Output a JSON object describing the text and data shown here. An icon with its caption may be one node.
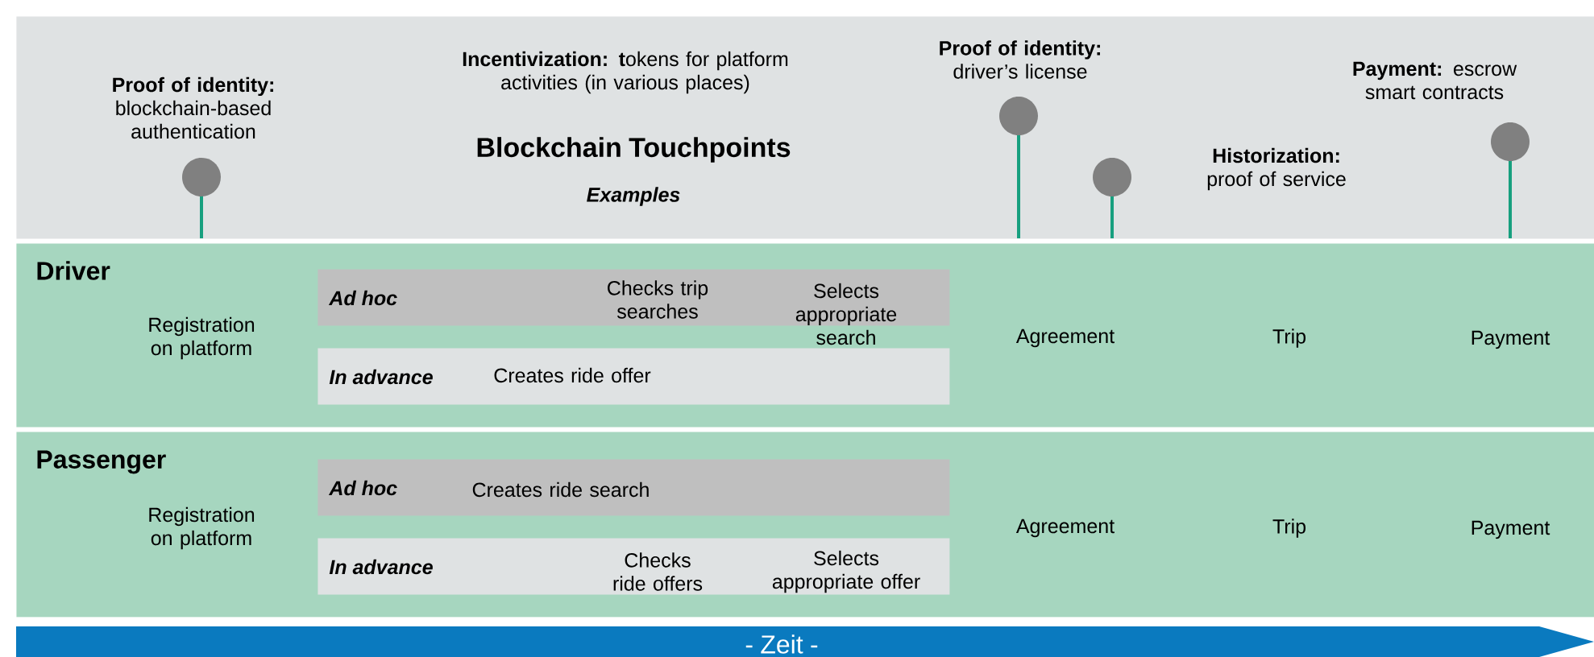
{
  "diagram": {
    "nodes": [
      {
        "text": [
          "Blockchain Touchpoints",
          "Examples"
        ]
      },
      {
        "text": [],
        "shape": "circle",
        "in": 0,
        "beside": [
          "**Proof of identity:** blockchain-based authentication"
        ]
      },
      {
        "text": [],
        "shape": "circle",
        "in": 0,
        "beside": [
          "**Proof of identity:** driver’s license"
        ]
      },
      {
        "text": [],
        "shape": "circle",
        "in": 0,
        "beside": [
          "**Historization:** proof of service"
        ]
      },
      {
        "text": [],
        "shape": "circle",
        "in": 0,
        "beside": [
          "**Payment:** escrow smart contracts"
        ]
      },
      {
        "text": [
          "Driver",
          "Registration on platform",
          "Agreement",
          "Trip",
          "Payment"
        ]
      },
      {
        "text": [
          "Ad hoc",
          "Checks trip searches",
          "Selects appropriate search"
        ],
        "in": 5
      },
      {
        "text": [
          "In advance",
          "Creates ride offer"
        ],
        "in": 5
      },
      {
        "text": [
          "Passenger",
          "Registration on platform",
          "Agreement",
          "Trip",
          "Payment"
        ]
      },
      {
        "text": [
          "Ad hoc",
          "Creates ride search"
        ],
        "in": 8
      },
      {
        "text": [
          "In advance",
          "Checks ride offers",
          "Selects appropriate offer"
        ],
        "in": 8
      },
      {
        "text": [
          "- Zeit -"
        ]
      }
    ],
    "labels": [
      "**Incentivization:** **t**okens for platform activities (in various places)"
    ]
  }
}
